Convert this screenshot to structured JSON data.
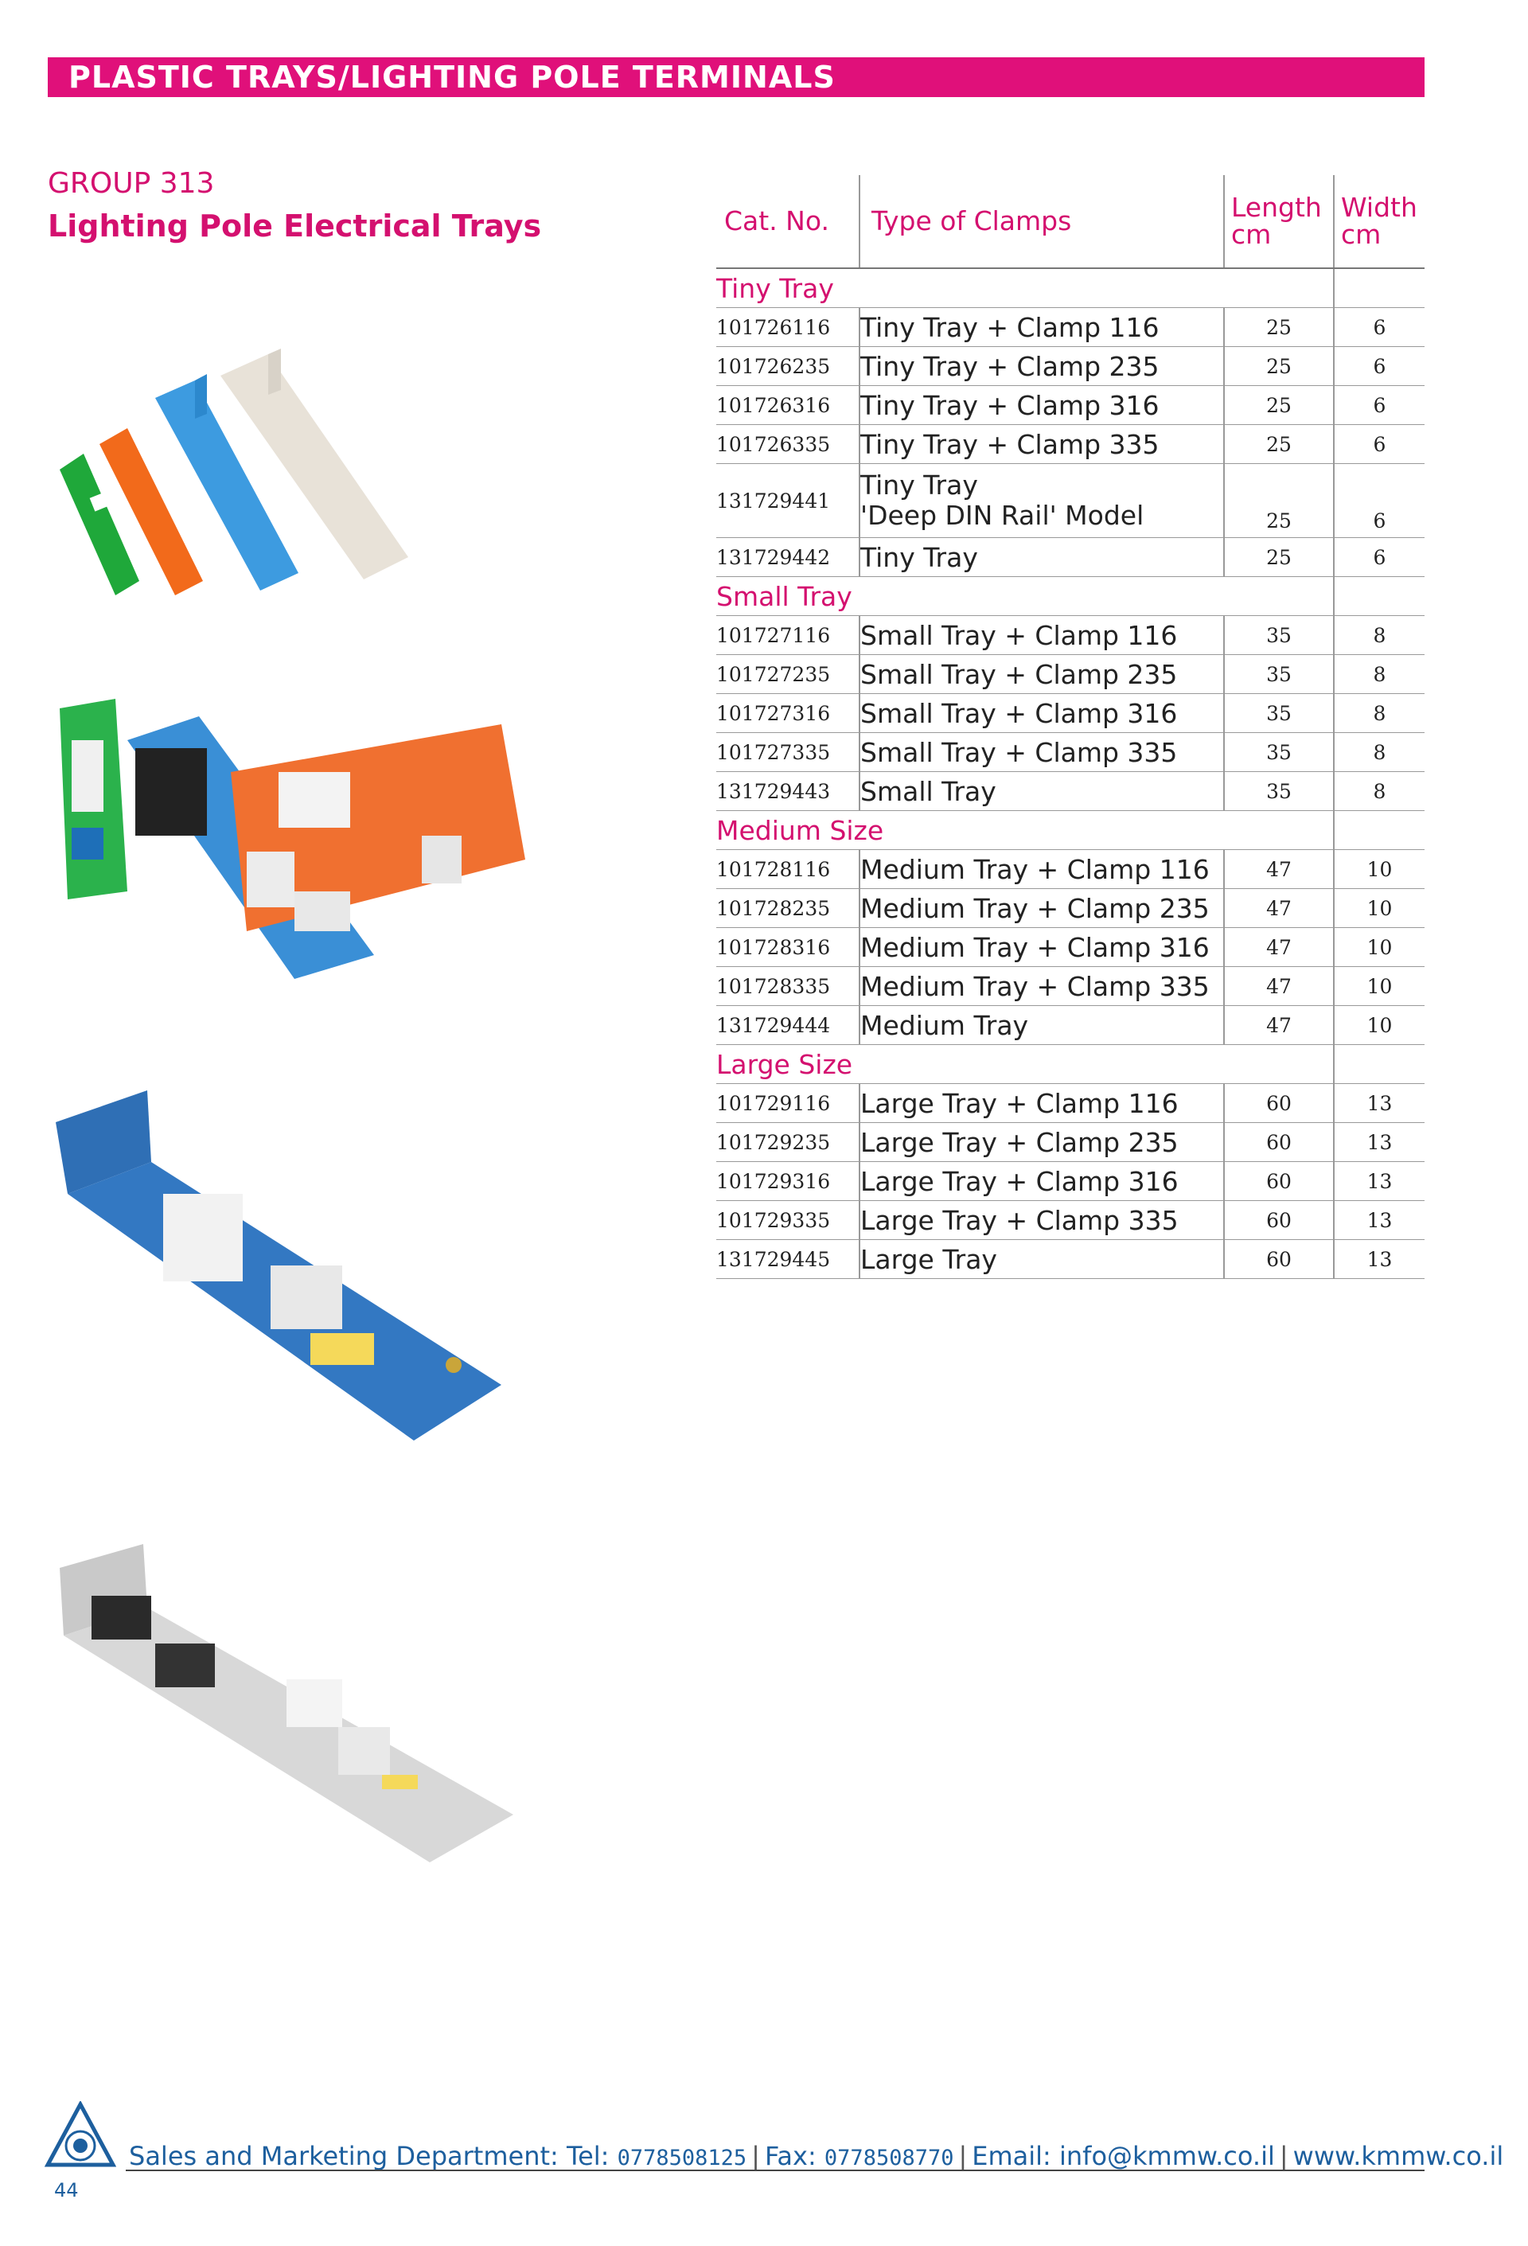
{
  "header": {
    "banner": "PLASTIC TRAYS/LIGHTING POLE TERMINALS"
  },
  "group": {
    "code": "GROUP 313",
    "title": "Lighting Pole Electrical Trays"
  },
  "table": {
    "columns": {
      "cat": "Cat. No.",
      "type": "Type of Clamps",
      "length_l1": "Length",
      "length_l2": "cm",
      "width_l1": "Width",
      "width_l2": "cm"
    },
    "sections": [
      {
        "title": "Tiny Tray",
        "rows": [
          {
            "cat": "101726116",
            "type": "Tiny Tray + Clamp 116",
            "length": "25",
            "width": "6"
          },
          {
            "cat": "101726235",
            "type": "Tiny Tray + Clamp 235",
            "length": "25",
            "width": "6"
          },
          {
            "cat": "101726316",
            "type": "Tiny Tray + Clamp 316",
            "length": "25",
            "width": "6"
          },
          {
            "cat": "101726335",
            "type": "Tiny Tray + Clamp 335",
            "length": "25",
            "width": "6"
          },
          {
            "cat": "131729441",
            "type": "Tiny Tray",
            "type2": "'Deep DIN Rail' Model",
            "length": "25",
            "width": "6"
          },
          {
            "cat": "131729442",
            "type": "Tiny Tray",
            "length": "25",
            "width": "6"
          }
        ]
      },
      {
        "title": "Small Tray",
        "rows": [
          {
            "cat": "101727116",
            "type": "Small Tray  + Clamp 116",
            "length": "35",
            "width": "8"
          },
          {
            "cat": "101727235",
            "type": "Small Tray  + Clamp 235",
            "length": "35",
            "width": "8"
          },
          {
            "cat": "101727316",
            "type": "Small Tray  + Clamp 316",
            "length": "35",
            "width": "8"
          },
          {
            "cat": "101727335",
            "type": "Small Tray  + Clamp 335",
            "length": "35",
            "width": "8"
          },
          {
            "cat": "131729443",
            "type": "Small Tray",
            "length": "35",
            "width": "8"
          }
        ]
      },
      {
        "title": "Medium Size",
        "rows": [
          {
            "cat": "101728116",
            "type": "Medium Tray + Clamp 116",
            "length": "47",
            "width": "10"
          },
          {
            "cat": "101728235",
            "type": "Medium Tray + Clamp 235",
            "length": "47",
            "width": "10"
          },
          {
            "cat": "101728316",
            "type": "Medium Tray + Clamp 316",
            "length": "47",
            "width": "10"
          },
          {
            "cat": "101728335",
            "type": "Medium Tray + Clamp 335",
            "length": "47",
            "width": "10"
          },
          {
            "cat": "131729444",
            "type": "Medium Tray",
            "length": "47",
            "width": "10"
          }
        ]
      },
      {
        "title": "Large Size",
        "rows": [
          {
            "cat": "101729116",
            "type": "Large Tray + Clamp 116",
            "length": "60",
            "width": "13"
          },
          {
            "cat": "101729235",
            "type": "Large Tray + Clamp 235",
            "length": "60",
            "width": "13"
          },
          {
            "cat": "101729316",
            "type": "Large Tray + Clamp 316",
            "length": "60",
            "width": "13"
          },
          {
            "cat": "101729335",
            "type": "Large Tray + Clamp 335",
            "length": "60",
            "width": "13"
          },
          {
            "cat": "131729445",
            "type": "Large Tray",
            "length": "60",
            "width": "13"
          }
        ]
      }
    ]
  },
  "footer": {
    "dept": "Sales and Marketing Department:",
    "tel_label": "Tel:",
    "tel": "0778508125",
    "fax_label": "Fax:",
    "fax": "0778508770",
    "email": "Email: info@kmmw.co.il",
    "web": "www.kmmw.co.il",
    "page": "44"
  },
  "colors": {
    "accent": "#e0107a",
    "footer_blue": "#1d5f9e"
  }
}
